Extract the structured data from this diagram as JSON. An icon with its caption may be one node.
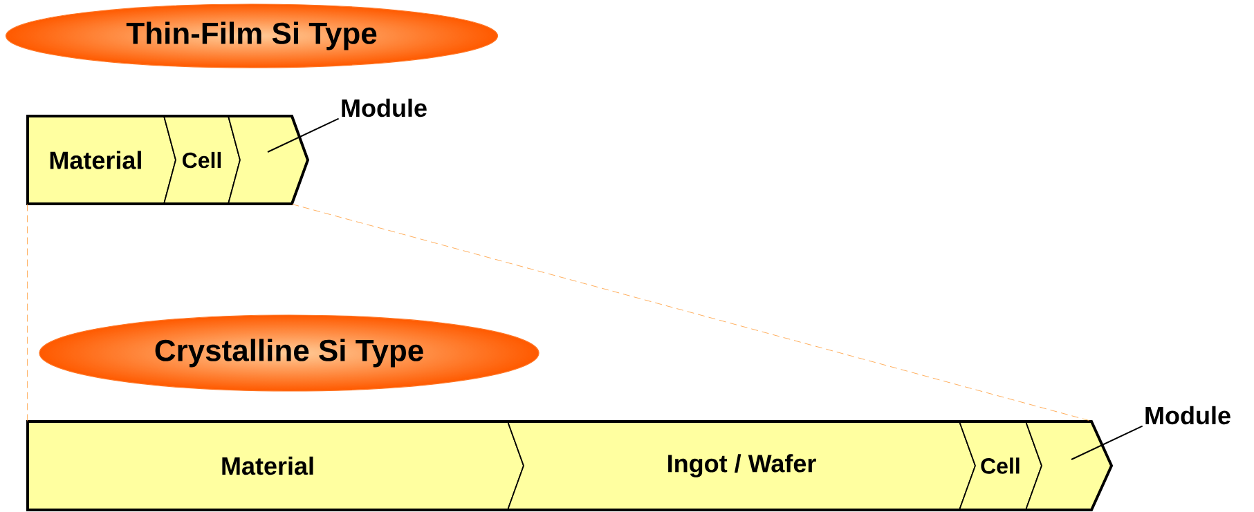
{
  "diagram": {
    "nodes": [
      {
        "text": [
          "Thin-Film Si Type"
        ]
      },
      {
        "text": [
          "Material"
        ]
      },
      {
        "text": [
          "Cell"
        ]
      },
      {
        "text": [],
        "shape": "chevron"
      },
      {
        "text": [
          "Module"
        ]
      },
      {
        "text": [
          "Crystalline Si Type"
        ]
      },
      {
        "text": [
          "Material"
        ]
      },
      {
        "text": [
          "Ingot / Wafer"
        ]
      },
      {
        "text": [
          "Cell"
        ]
      },
      {
        "text": [],
        "shape": "chevron"
      },
      {
        "text": [
          "Module"
        ]
      }
    ],
    "edges": [
      {
        "from": 4,
        "to": 3,
        "arrow": "none"
      },
      {
        "from": 10,
        "to": 9,
        "arrow": "none"
      },
      {
        "from": 1,
        "to": 6,
        "arrow": "none",
        "style": "dashed",
        "color": "#ff9933"
      },
      {
        "from": 3,
        "to": 9,
        "arrow": "none",
        "style": "dashed",
        "color": "#ff9933"
      }
    ]
  }
}
